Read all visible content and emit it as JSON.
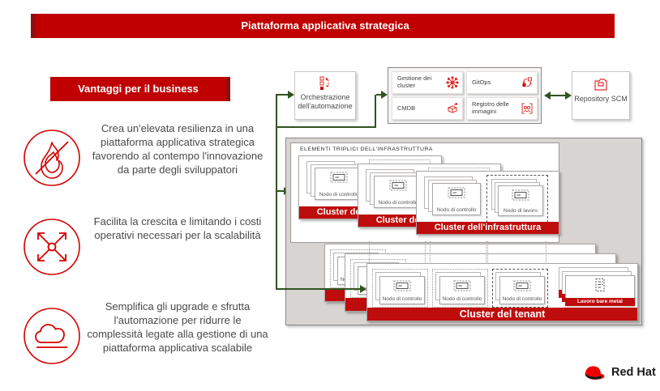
{
  "banner": {
    "title": "Piattaforma applicativa strategica"
  },
  "benefits": {
    "heading": "Vantaggi per il business",
    "items": [
      {
        "icon": "no-fire-icon",
        "text": "Crea un'elevata resilienza in una piattaforma applicativa strategica favorendo al contempo l'innovazione da parte degli sviluppatori"
      },
      {
        "icon": "expand-arrows-icon",
        "text": "Facilita la crescita e limitando i costi operativi necessari per la scalabilità"
      },
      {
        "icon": "cloud-icon",
        "text": "Semplifica gli upgrade e sfrutta l'automazione per ridurre le complessità legate alla gestione di una piattaforma applicativa scalabile"
      }
    ]
  },
  "diagram": {
    "orchestration": {
      "label": "Orchestrazione dell'automazione",
      "icon": "automation-icon"
    },
    "tools": [
      {
        "label": "Gestione dei cluster",
        "icon": "cluster-management-icon"
      },
      {
        "label": "GitOps",
        "icon": "gitops-icon"
      },
      {
        "label": "CMDB",
        "icon": "cmdb-icon"
      },
      {
        "label": "Registro delle immagini",
        "icon": "image-registry-icon"
      }
    ],
    "repository": {
      "label": "Repository SCM",
      "icon": "folder-icon"
    },
    "infrastructure": {
      "heading": "ELEMENTI TRIPLICI DELL'INFRASTRUTTURA",
      "cluster_label": "Cluster dell'infrastruttura",
      "control_node_label": "Nodo di controllo",
      "worker_node_label": "Nodo di lavoro"
    },
    "tenant": {
      "cluster_label": "Cluster del tenant",
      "control_node_label": "Nodo di controllo",
      "bare_metal_label": "Lavoro bare metal"
    }
  },
  "logo": {
    "text": "Red Hat"
  },
  "colors": {
    "red": "#c00000",
    "dark_red": "#8f0f0f",
    "banner_red": "#bf0c0c",
    "green": "#315320",
    "panel_gray": "#d7d4d2",
    "icon_red": "#d40000"
  }
}
